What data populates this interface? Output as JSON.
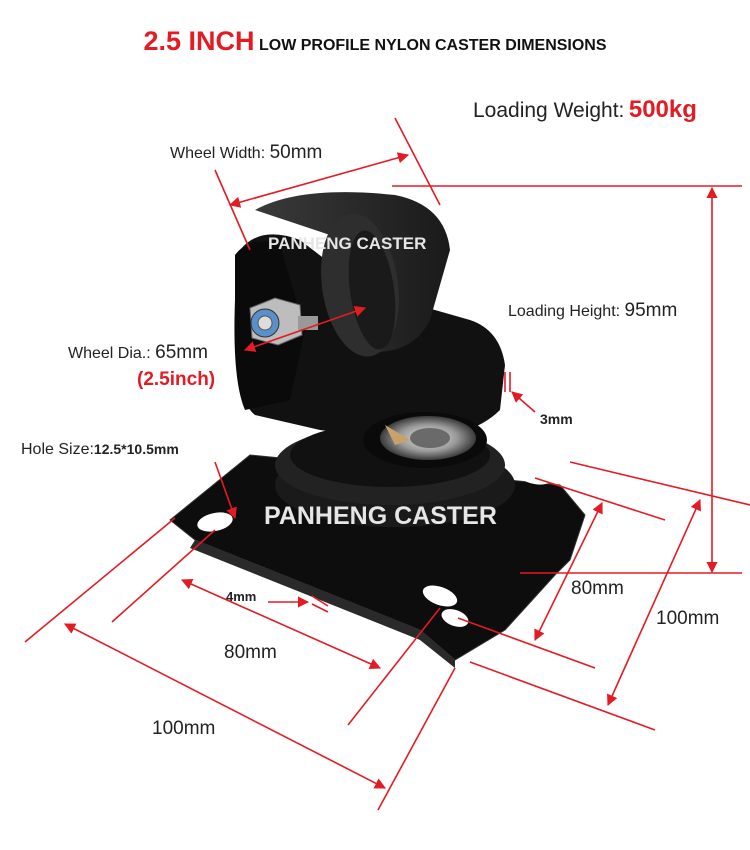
{
  "title": {
    "size": "2.5 INCH",
    "subtitle": "LOW PROFILE NYLON CASTER DIMENSIONS"
  },
  "loading_weight": {
    "label": "Loading Weight:",
    "value": "500kg"
  },
  "wheel_width": {
    "label": "Wheel Width:",
    "value": "50mm"
  },
  "loading_height": {
    "label": "Loading Height:",
    "value": "95mm"
  },
  "wheel_dia": {
    "label": "Wheel Dia.:",
    "value": "65mm",
    "inch": "(2.5inch)"
  },
  "hole_size": {
    "label": "Hole Size:",
    "value": "12.5*10.5mm"
  },
  "brand_wheel": "PANHENG  CASTER",
  "brand_plate": "PANHENG  CASTER",
  "thickness_top": "3mm",
  "thickness_plate": "4mm",
  "plate_front_hole": "80mm",
  "plate_front_total": "100mm",
  "plate_side_hole": "80mm",
  "plate_side_total": "100mm",
  "colors": {
    "accent": "#e31b23",
    "caster": "#111111",
    "plate": "#0d0d0d"
  }
}
